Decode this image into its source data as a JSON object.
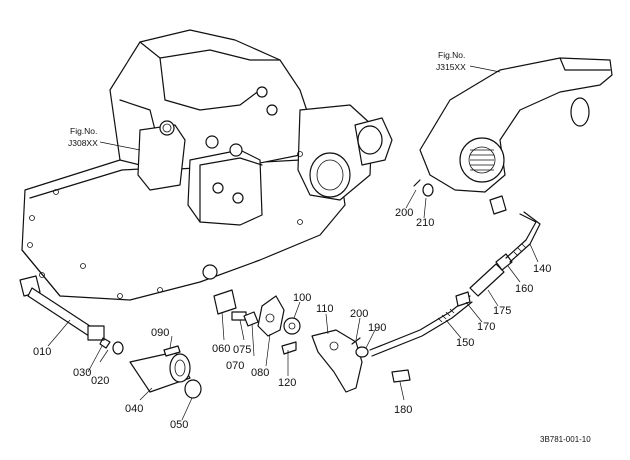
{
  "figure_refs": [
    {
      "label": "Fig.No.",
      "ref": "J308XX"
    },
    {
      "label": "Fig.No.",
      "ref": "J315XX"
    }
  ],
  "part_callouts": [
    "010",
    "020",
    "030",
    "040",
    "050",
    "060",
    "070",
    "075",
    "080",
    "090",
    "100",
    "110",
    "120",
    "140",
    "150",
    "160",
    "170",
    "175",
    "180",
    "190",
    "200",
    "200",
    "210"
  ],
  "drawing_code": "3B781-001-10"
}
